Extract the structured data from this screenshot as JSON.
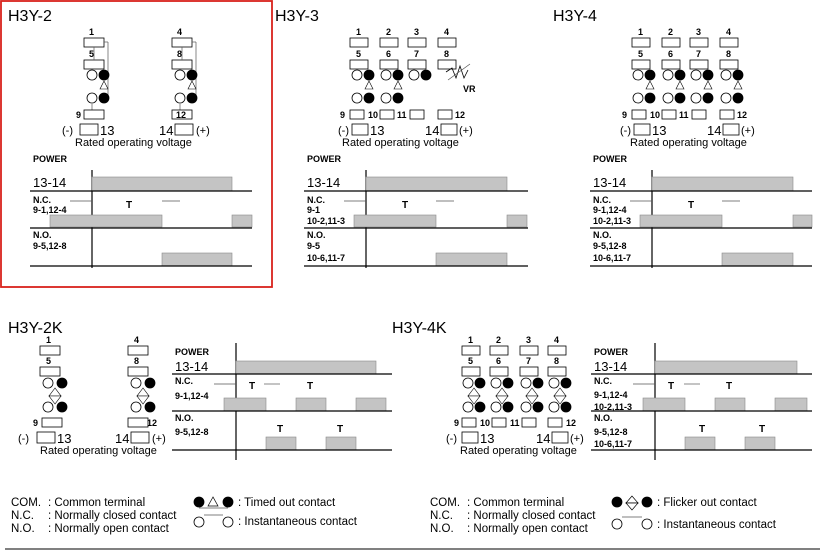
{
  "models": {
    "h3y2": {
      "name": "H3Y-2"
    },
    "h3y3": {
      "name": "H3Y-3"
    },
    "h3y4": {
      "name": "H3Y-4"
    },
    "h3y2k": {
      "name": "H3Y-2K"
    },
    "h3y4k": {
      "name": "H3Y-4K"
    }
  },
  "pins": {
    "p1": "1",
    "p2": "2",
    "p3": "3",
    "p4": "4",
    "p5": "5",
    "p6": "6",
    "p7": "7",
    "p8": "8",
    "p9": "9",
    "p10": "10",
    "p11": "11",
    "p12": "12",
    "p13": "13",
    "p14": "14",
    "minus": "(-)",
    "plus": "(+)",
    "vr": "VR"
  },
  "rated_voltage": "Rated  operating  voltage",
  "timing": {
    "power": "POWER",
    "t1314": "13-14",
    "nc": "N.C.",
    "no": "N.O.",
    "t": "T",
    "nc_2": "9-1,12-4",
    "no_2": "9-5,12-8",
    "nc_3a": "9-1",
    "nc_3b": "10-2,11-3",
    "no_3a": "9-5",
    "no_3b": "10-6,11-7",
    "nc_4a": "9-1,12-4",
    "nc_4b": "10-2,11-3",
    "no_4a": "9-5,12-8",
    "no_4b": "10-6,11-7"
  },
  "legend": {
    "com": "COM.",
    "nc": "N.C.",
    "no": "N.O.",
    "com_desc": ": Common terminal",
    "nc_desc": ": Normally closed contact",
    "no_desc": ": Normally open contact",
    "timed_out": ": Timed out contact",
    "instantaneous": ": Instantaneous contact",
    "flicker_out": ": Flicker out contact"
  },
  "highlight_color": "#d9221c"
}
